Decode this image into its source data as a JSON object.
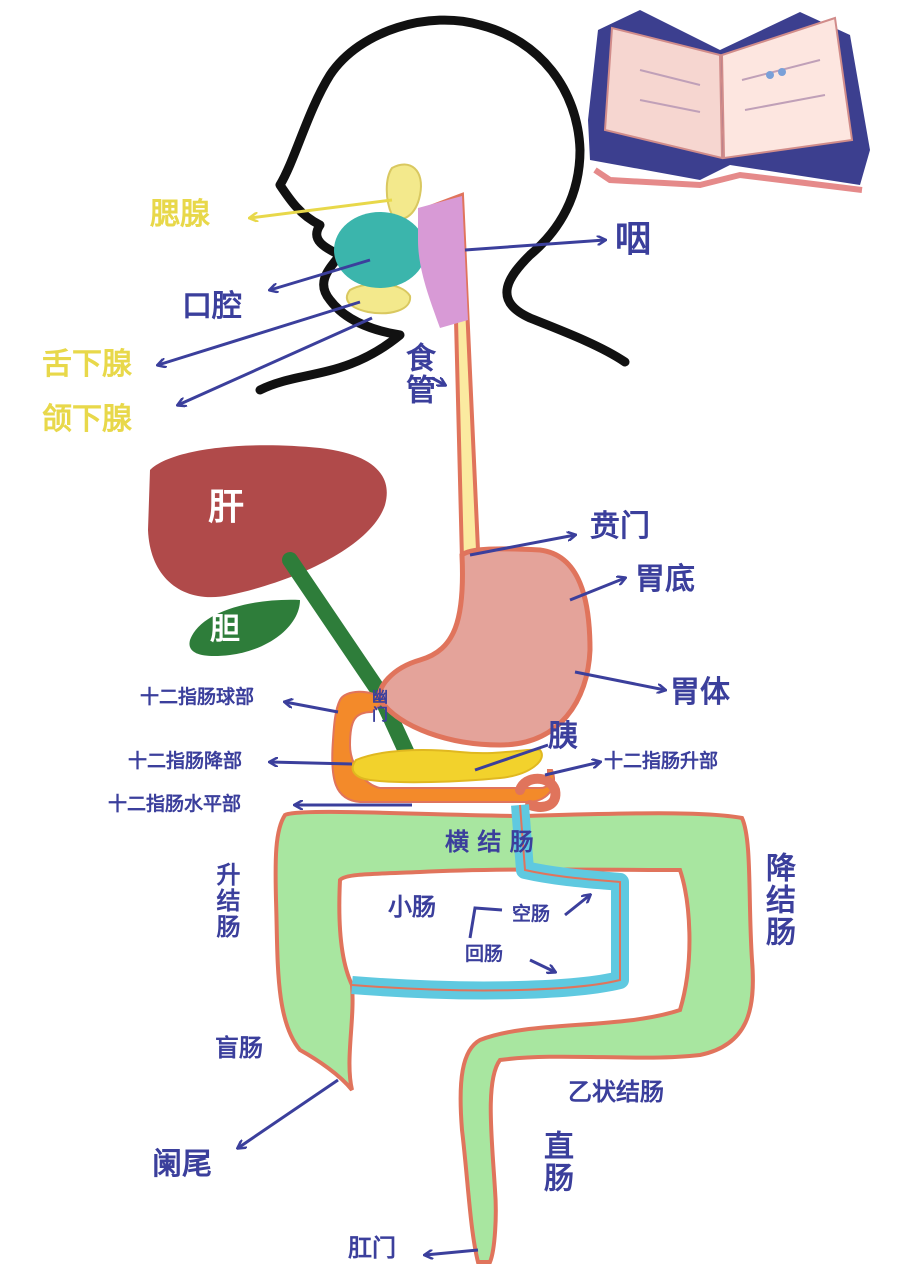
{
  "labels": {
    "saixian": "腮腺",
    "kouqiang": "口腔",
    "shexiaxian": "舌下腺",
    "hexiaxian": "颌下腺",
    "yan": "咽",
    "shiguan": "食管",
    "gan": "肝",
    "dan": "胆",
    "benmen": "贲门",
    "weidi": "胃底",
    "weiti": "胃体",
    "youmen": "幽门",
    "yi": "胰",
    "shierzhichang_qiubu": "十二指肠球部",
    "shierzhichang_jiangbu": "十二指肠降部",
    "shierzhichang_shengbu": "十二指肠升部",
    "shierzhichang_shuipingbu": "十二指肠水平部",
    "hengjiechang": "横 结 肠",
    "shengjiechang": "升结肠",
    "jiangjiechang": "降结肠",
    "xiaochang": "小肠",
    "kongchang": "空肠",
    "huichang": "回肠",
    "mangchang": "盲肠",
    "lanwei": "阑尾",
    "yizhuangjiechang": "乙状结肠",
    "zhichang": "直肠",
    "gangmen": "肛门"
  },
  "colors": {
    "outline": "#111111",
    "label_blue": "#3b3f9c",
    "gland_yellow": "#f3e98c",
    "mouth_teal": "#3bb5ac",
    "pharynx_pink": "#d89ad6",
    "esophagus_yellow": "#fbeaa0",
    "tract_orange": "#e0745c",
    "liver": "#b04a4a",
    "gallbladder": "#2e7d3a",
    "stomach": "#e4a39a",
    "duodenum": "#f38a2a",
    "pancreas": "#f2d22c",
    "colon": "#a8e6a0",
    "small_intestine": "#5fc9e0"
  }
}
